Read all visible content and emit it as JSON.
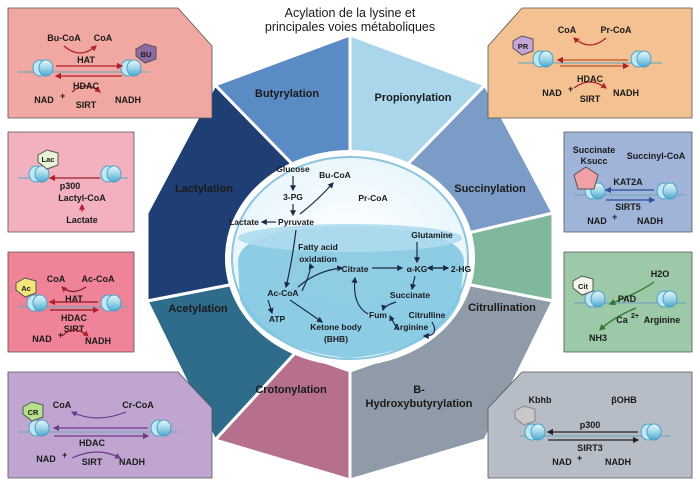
{
  "title": [
    "Acylation de la lysine et",
    "principales voies métaboliques"
  ],
  "segments": {
    "butyrylation": "Butyrylation",
    "propionylation": "Propionylation",
    "succinylation": "Succinylation",
    "citrullination": "Citrullination",
    "bhb_line1": "B-",
    "bhb_line2": "Hydroxybutyrylation",
    "crotonylation": "Crotonylation",
    "acetylation": "Acetylation",
    "lactylation": "Lactylation"
  },
  "center": {
    "glucose": "Glucose",
    "pg3": "3-PG",
    "pyruvate": "Pyruvate",
    "lactate": "Lactate",
    "bucoa": "Bu-CoA",
    "prcoa": "Pr-CoA",
    "fatty1": "Fatty acid",
    "fatty2": "oxidation",
    "citrate": "Citrate",
    "glutamine": "Glutamine",
    "akg": "α-KG",
    "hg2": "2-HG",
    "acoa": "Ac-CoA",
    "atp": "ATP",
    "succinate": "Succinate",
    "fum": "Fum",
    "citrulline": "Citrulline",
    "arginine": "Arginine",
    "ketone1": "Ketone body",
    "ketone2": "(BHB)"
  },
  "panels": {
    "bu": {
      "badge": "BU",
      "donor": "Bu-CoA",
      "coa": "CoA",
      "writer": "HAT",
      "eraser1": "HDAC",
      "eraser2": "SIRT",
      "nad": "NAD",
      "nadh": "NADH"
    },
    "pr": {
      "badge": "PR",
      "coa": "CoA",
      "donor": "Pr-CoA",
      "eraser1": "HDAC",
      "eraser2": "SIRT",
      "nad": "NAD",
      "nadh": "NADH"
    },
    "lac": {
      "badge": "Lac",
      "writer": "p300",
      "donor": "Lactyl-CoA",
      "source": "Lactate"
    },
    "succ": {
      "label1": "Succinate",
      "label2": "Ksucc",
      "donor": "Succinyl-CoA",
      "writer": "KAT2A",
      "eraser": "SIRT5",
      "nad": "NAD",
      "nadh": "NADH"
    },
    "ac": {
      "badge": "Ac",
      "coa": "CoA",
      "donor": "Ac-CoA",
      "writer": "HAT",
      "eraser1": "HDAC",
      "eraser2": "SIRT",
      "nad": "NAD",
      "nadh": "NADH"
    },
    "cit": {
      "badge": "Cit",
      "water": "H2O",
      "enzyme": "PAD",
      "cofactor": "Ca",
      "product": "Arginine",
      "ammonia": "NH3"
    },
    "cr": {
      "badge": "CR",
      "coa": "CoA",
      "donor": "Cr-CoA",
      "eraser1": "HDAC",
      "eraser2": "SIRT",
      "nad": "NAD",
      "nadh": "NADH"
    },
    "kbhb": {
      "label": "Kbhb",
      "donor": "βOHB",
      "writer": "p300",
      "eraser": "SIRT3",
      "nad": "NAD",
      "nadh": "NADH"
    }
  },
  "colors": {
    "butyrylation": "#5b8bc4",
    "propionylation": "#a9d6ea",
    "succinylation": "#7b9cc6",
    "citrullination": "#7fb89c",
    "bhb": "#8f9ba8",
    "crotonylation": "#b6708d",
    "acetylation": "#2f6b8a",
    "lactylation": "#1f3e73",
    "panel_bu": "#f1a7a2",
    "panel_pr": "#f3c192",
    "panel_lac": "#f3b1c0",
    "panel_succ": "#9fb4d8",
    "panel_ac": "#ef8397",
    "panel_cit": "#9cc9a7",
    "panel_cr": "#bfa5cf",
    "panel_kbhb": "#b7bdc6"
  }
}
